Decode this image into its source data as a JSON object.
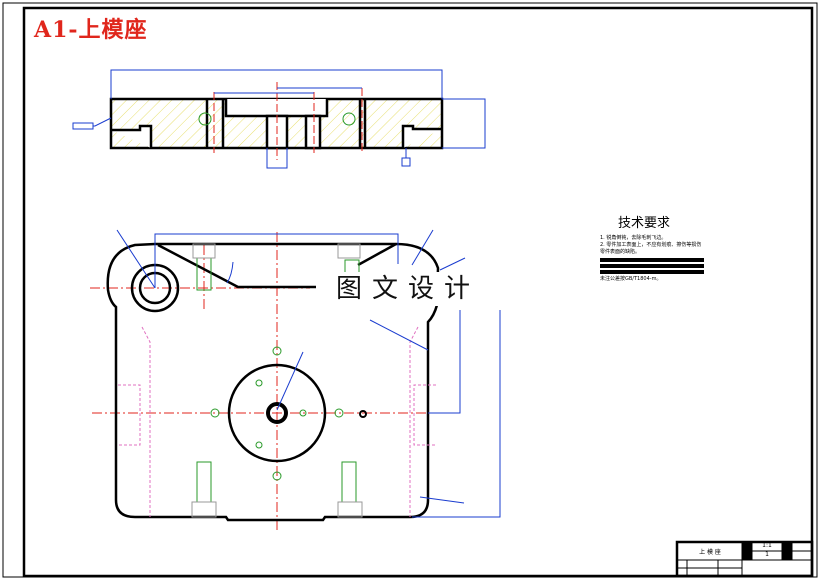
{
  "drawing": {
    "title": "A1-上模座",
    "watermark": "图文设计",
    "colors": {
      "outline": "#000000",
      "centerline": "#e0261c",
      "dimension": "#1a3ccf",
      "hatch": "#e8e070",
      "hidden": "#e070c0",
      "thread": "#2a9a2a"
    }
  },
  "tech_requirements": {
    "heading": "技术要求",
    "lines": [
      "1. 锐角倒钝，去除毛刺飞边。",
      "2. 零件加工表面上，不应有划痕、擦伤等损伤零件表面的缺陷。",
      "未注公差按GB/T1804-m。"
    ]
  },
  "title_block": {
    "part_name": "上 模 座",
    "scale": "1:1",
    "quantity": "1"
  }
}
